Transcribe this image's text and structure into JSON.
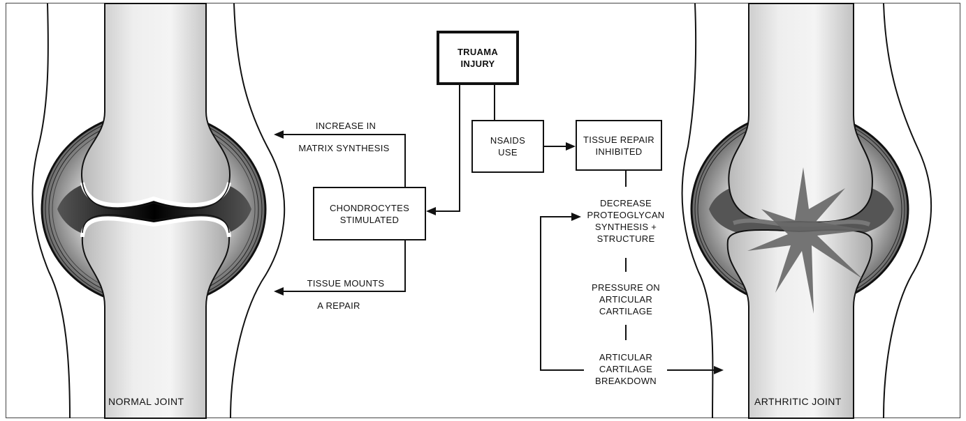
{
  "boxes": {
    "trauma": "TRUAMA\nINJURY",
    "nsaids": "NSAIDS\nUSE",
    "tissue_repair": "TISSUE REPAIR\nINHIBITED",
    "chondrocytes": "CHONDROCYTES\nSTIMULATED"
  },
  "labels": {
    "increase": "INCREASE IN",
    "matrix": "MATRIX SYNTHESIS",
    "tissue_mounts": "TISSUE MOUNTS",
    "a_repair": "A REPAIR",
    "decrease": "DECREASE\nPROTEOGLYCAN\nSYNTHESIS +\nSTRUCTURE",
    "pressure": "PRESSURE ON\nARTICULAR\nCARTILAGE",
    "breakdown": "ARTICULAR\nCARTILAGE\nBREAKDOWN"
  },
  "captions": {
    "normal": "NORMAL JOINT",
    "arthritic": "ARTHRITIC JOINT"
  }
}
